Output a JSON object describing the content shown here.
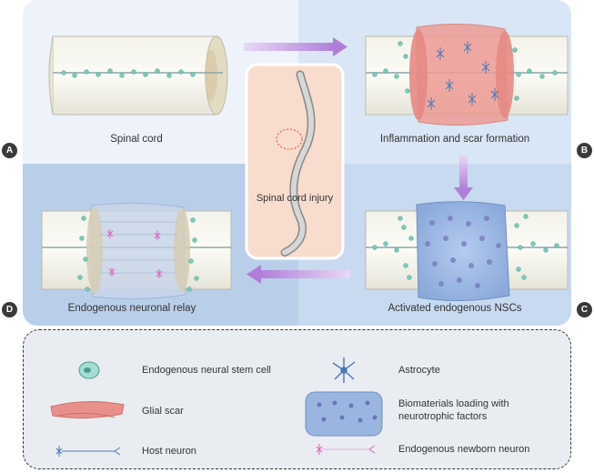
{
  "panels": {
    "a": {
      "badge": "A",
      "label": "Spinal cord"
    },
    "b": {
      "badge": "B",
      "label": "Inflammation and scar formation"
    },
    "c": {
      "badge": "C",
      "label": "Activated endogenous NSCs"
    },
    "d": {
      "badge": "D",
      "label": "Endogenous neuronal relay"
    },
    "center": {
      "label": "Spinal cord injury"
    }
  },
  "legend": {
    "stem_cell": "Endogenous neural stem cell",
    "astrocyte": "Astrocyte",
    "glial_scar": "Glial scar",
    "biomaterial_line1": "Biomaterials loading with",
    "biomaterial_line2": "neurotrophic factors",
    "host_neuron": "Host neuron",
    "newborn_neuron": "Endogenous newborn neuron"
  },
  "colors": {
    "panel_light": "#edf2fb",
    "panel_mid": "#d9e6f5",
    "panel_dark": "#b9cfe9",
    "center_box": "#f8dccd",
    "arrow": "#b48ad8",
    "scar": "#e8918b",
    "biomaterial": "#9ab6e0",
    "stem_cell": "#5fbfb0",
    "astrocyte": "#4a78b5",
    "newborn": "#e060c0"
  }
}
